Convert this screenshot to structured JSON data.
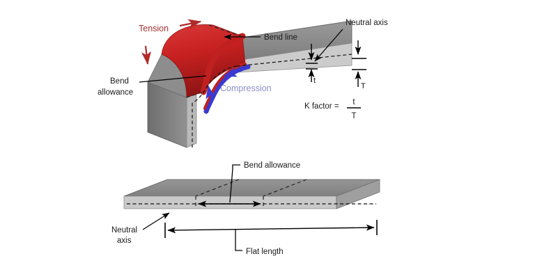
{
  "figure": {
    "title": "Sheet metal bend allowance and K factor diagram",
    "background_color": "#ffffff"
  },
  "colors": {
    "tension_text": "#a83232",
    "tension_surface": "#cc2222",
    "tension_surface_dark": "#9e1b1b",
    "compression_text": "#8a8ec8",
    "compression_arc": "#3a3ad0",
    "sheet_top": "#8c8c8c",
    "sheet_top_dark": "#6f6f6f",
    "sheet_edge": "#c9c9c9",
    "sheet_side": "#7a7a7a",
    "line": "#000000"
  },
  "upper_diagram": {
    "name": "bent-sheet-metal-part",
    "labels": {
      "tension": "Tension",
      "compression": "Compression",
      "bend_line": "Bend line",
      "bend_allowance_line1": "Bend",
      "bend_allowance_line2": "allowance",
      "neutral_axis": "Neutral axis",
      "dim_t": "t",
      "dim_T": "T"
    },
    "formula": {
      "lhs": "K factor =",
      "numerator": "t",
      "denominator": "T"
    }
  },
  "lower_diagram": {
    "name": "flat-sheet-blank",
    "labels": {
      "bend_allowance": "Bend allowance",
      "neutral_axis_line1": "Neutral",
      "neutral_axis_line2": "axis",
      "flat_length": "Flat length"
    }
  }
}
